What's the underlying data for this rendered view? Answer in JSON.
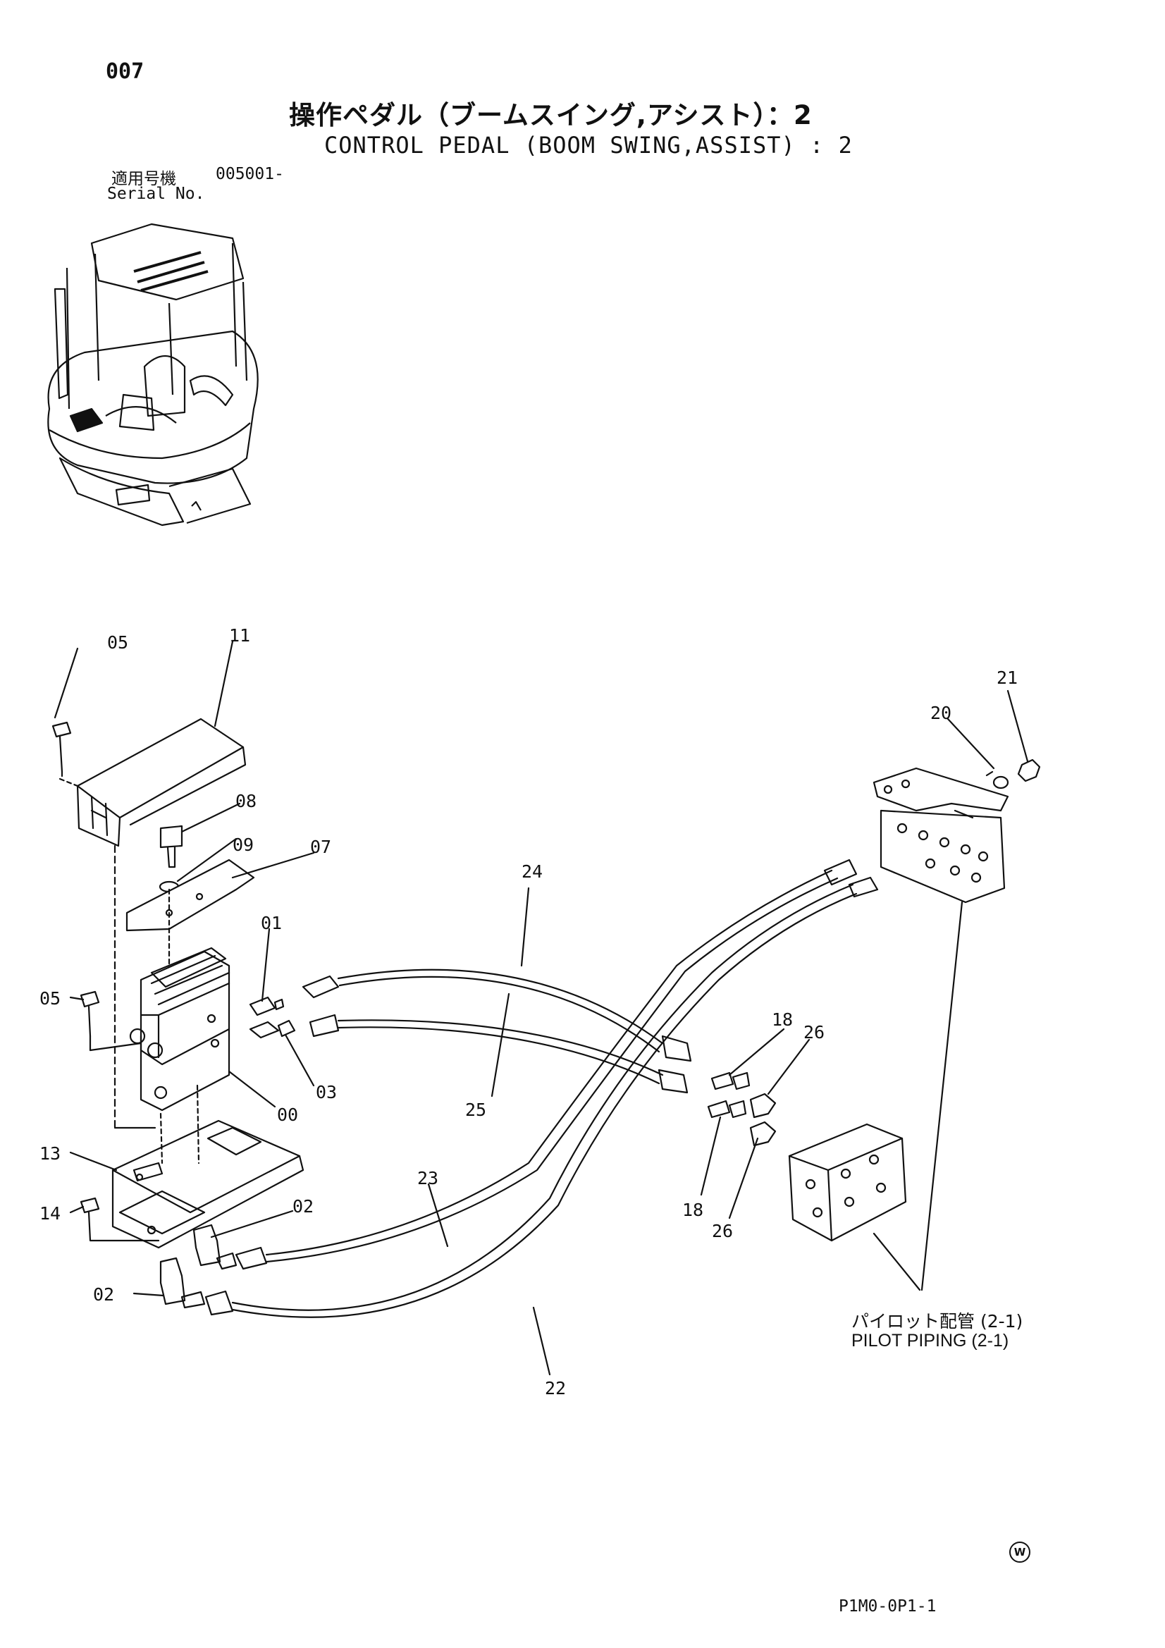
{
  "header": {
    "page_number": "007",
    "title_jp": "操作ペダル（ブームスイング,アシスト）：2",
    "title_en": "CONTROL PEDAL (BOOM SWING,ASSIST) : 2",
    "serial_label_jp": "適用号機",
    "serial_value": "005001-",
    "serial_label_en": "Serial No."
  },
  "callouts": [
    "00",
    "01",
    "02",
    "02",
    "03",
    "05",
    "05",
    "07",
    "08",
    "09",
    "11",
    "13",
    "14",
    "18",
    "18",
    "20",
    "21",
    "22",
    "23",
    "24",
    "25",
    "26",
    "26"
  ],
  "reference_note": {
    "jp": "パイロット配管 (2-1)",
    "en": "PILOT PIPING (2-1)"
  },
  "footer": {
    "mark": "W",
    "drawing_number": "P1M0-0P1-1"
  },
  "icons": [
    "excavator-overview-icon",
    "exploded-parts-diagram"
  ]
}
